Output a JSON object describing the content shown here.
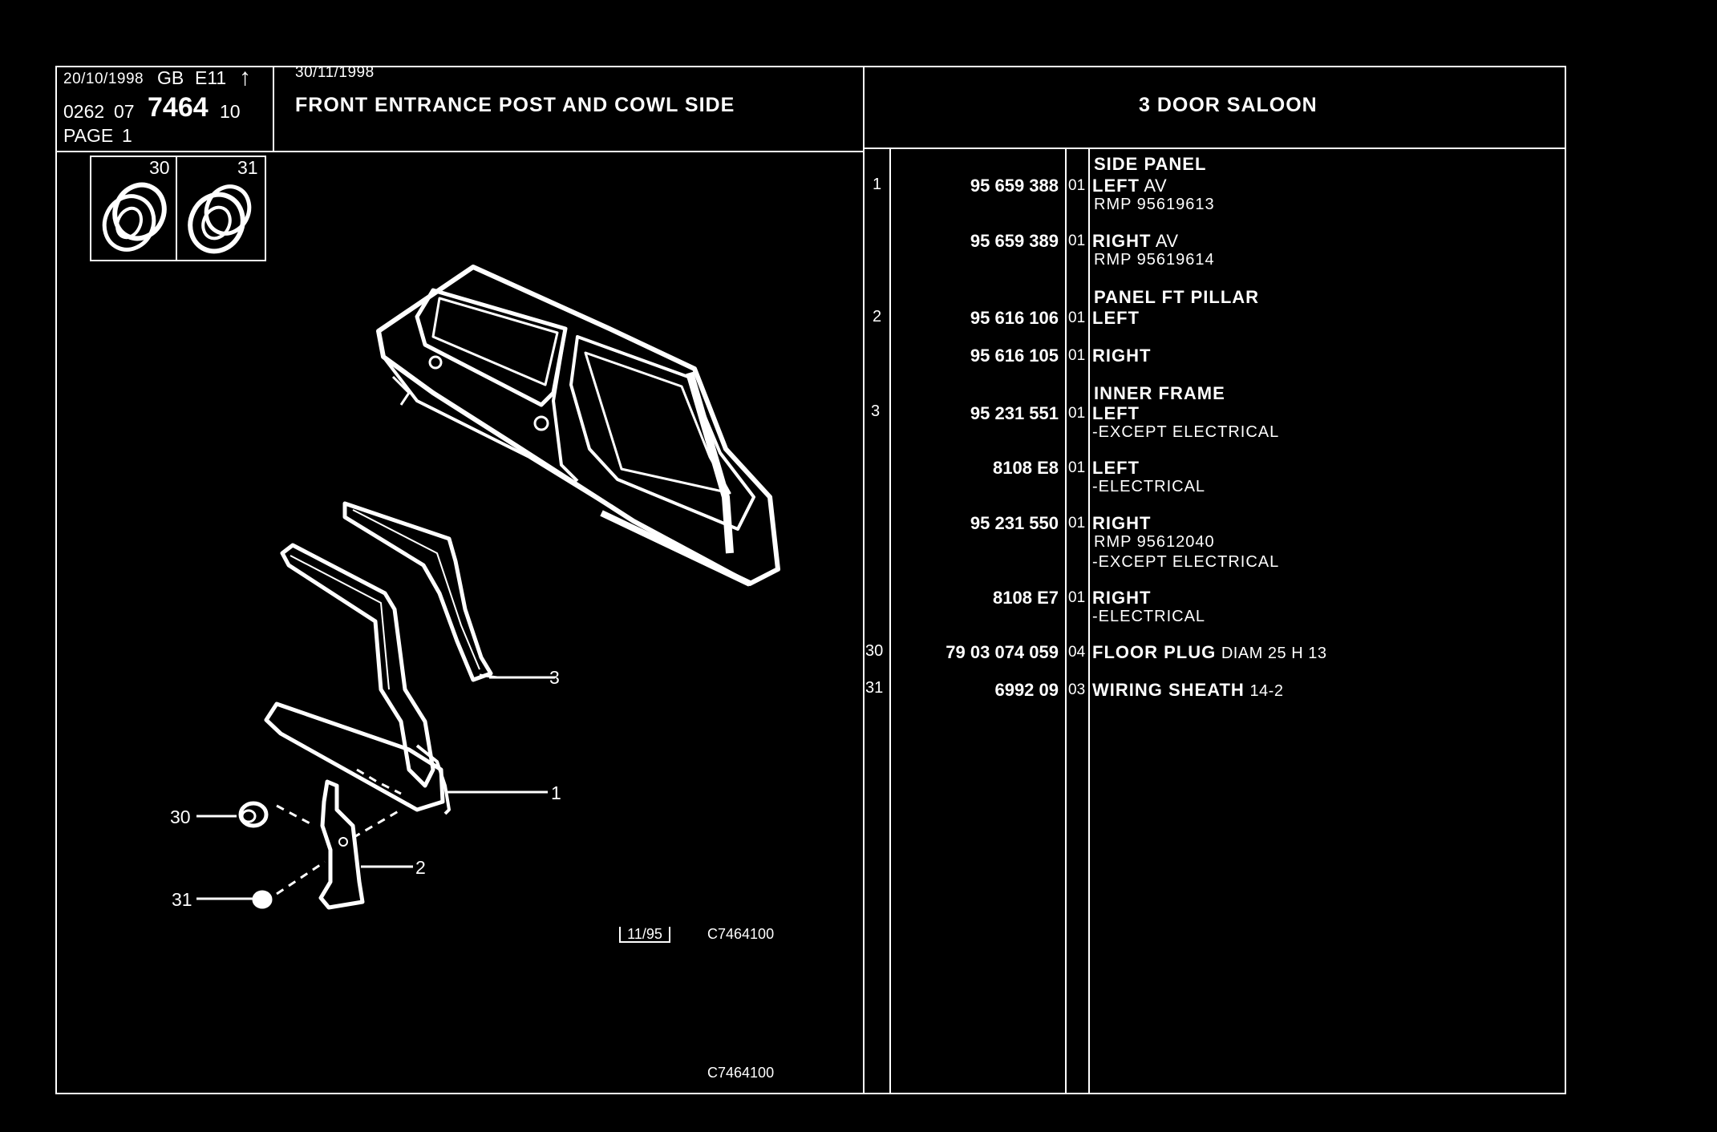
{
  "header": {
    "date_left": "20/10/1998",
    "market": "GB",
    "model_code": "E11",
    "arrow_symbol": "↑",
    "ref_prefix_a": "0262",
    "ref_prefix_b": "07",
    "ref_main": "7464",
    "ref_suffix": "10",
    "page_label": "PAGE",
    "page_number": "1",
    "date_right": "30/11/1998",
    "title": "FRONT ENTRANCE POST AND COWL SIDE",
    "version": "3 DOOR SALOON"
  },
  "thumbnails": [
    {
      "label": "30",
      "icon": "floor-plug-icon"
    },
    {
      "label": "31",
      "icon": "wiring-sheath-icon"
    }
  ],
  "diagram": {
    "callouts": [
      "1",
      "2",
      "3",
      "30",
      "31"
    ],
    "date_box": "11/95",
    "code_small": "C7464100",
    "code_bottom": "C7464100"
  },
  "parts": [
    {
      "ref": "1",
      "heading": "SIDE PANEL",
      "part_no": "95 659 388",
      "variant": "01",
      "side": "LEFT",
      "extra": "AV",
      "notes": [
        "RMP 95619613"
      ]
    },
    {
      "ref": "",
      "heading": "",
      "part_no": "95 659 389",
      "variant": "01",
      "side": "RIGHT",
      "extra": "AV",
      "notes": [
        "RMP 95619614"
      ]
    },
    {
      "ref": "2",
      "heading": "PANEL FT PILLAR",
      "part_no": "95 616 106",
      "variant": "01",
      "side": "LEFT",
      "extra": "",
      "notes": []
    },
    {
      "ref": "",
      "heading": "",
      "part_no": "95 616 105",
      "variant": "01",
      "side": "RIGHT",
      "extra": "",
      "notes": []
    },
    {
      "ref": "3",
      "heading": "INNER FRAME",
      "part_no": "95 231 551",
      "variant": "01",
      "side": "LEFT",
      "extra": "",
      "notes": [
        "-EXCEPT ELECTRICAL"
      ]
    },
    {
      "ref": "",
      "heading": "",
      "part_no": "8108 E8",
      "variant": "01",
      "side": "LEFT",
      "extra": "",
      "notes": [
        "-ELECTRICAL"
      ]
    },
    {
      "ref": "",
      "heading": "",
      "part_no": "95 231 550",
      "variant": "01",
      "side": "RIGHT",
      "extra": "",
      "notes": [
        "RMP 95612040",
        "-EXCEPT ELECTRICAL"
      ]
    },
    {
      "ref": "",
      "heading": "",
      "part_no": "8108 E7",
      "variant": "01",
      "side": "RIGHT",
      "extra": "",
      "notes": [
        "-ELECTRICAL"
      ]
    },
    {
      "ref": "30",
      "heading": "",
      "part_no": "79 03 074 059",
      "variant": "04",
      "side": "FLOOR PLUG",
      "extra": "DIAM 25 H 13",
      "notes": []
    },
    {
      "ref": "31",
      "heading": "",
      "part_no": "6992 09",
      "variant": "03",
      "side": "WIRING SHEATH",
      "extra": "14-2",
      "notes": []
    }
  ]
}
